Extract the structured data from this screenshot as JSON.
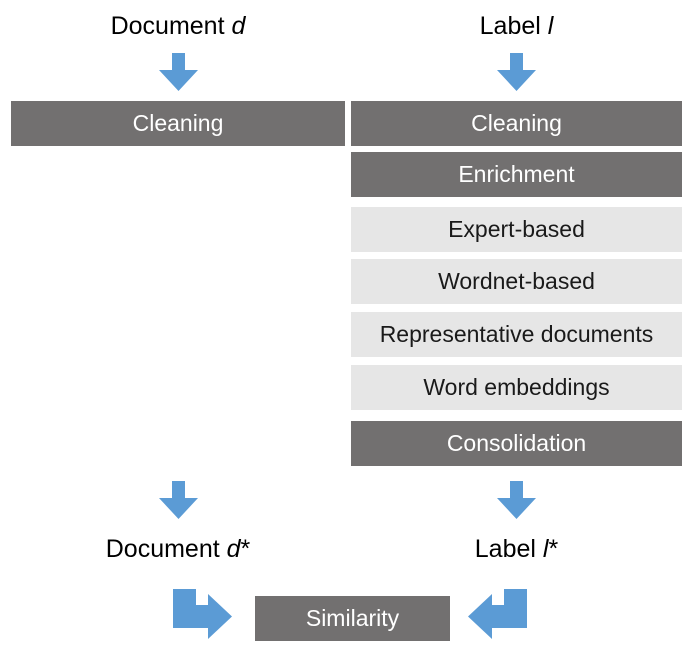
{
  "diagram": {
    "title": "Document and label enrichment similarity pipeline",
    "colors": {
      "dark_box": "#727070",
      "light_box": "#E6E6E6",
      "arrow_blue": "#5B9BD5",
      "dark_box_text": "#FFFFFF",
      "light_box_text": "#1A1A1A",
      "background": "#FFFFFF"
    },
    "headings": {
      "document_in_prefix": "Document ",
      "document_in_symbol": "d",
      "label_in_prefix": "Label ",
      "label_in_symbol": "l",
      "document_out_prefix": "Document ",
      "document_out_symbol": "d",
      "document_out_star": "*",
      "label_out_prefix": "Label ",
      "label_out_symbol": "l",
      "label_out_star": "*"
    },
    "left_column": {
      "steps": [
        {
          "label": "Cleaning",
          "style": "dark"
        }
      ]
    },
    "right_column": {
      "steps": [
        {
          "label": "Cleaning",
          "style": "dark"
        },
        {
          "label": "Enrichment",
          "style": "dark"
        },
        {
          "label": "Expert-based",
          "style": "light"
        },
        {
          "label": "Wordnet-based",
          "style": "light"
        },
        {
          "label": "Representative documents",
          "style": "light"
        },
        {
          "label": "Word embeddings",
          "style": "light"
        },
        {
          "label": "Consolidation",
          "style": "dark"
        }
      ]
    },
    "output": {
      "similarity_label": "Similarity"
    },
    "arrows": {
      "document_in": "down-arrow-icon",
      "label_in": "down-arrow-icon",
      "document_out": "down-arrow-icon",
      "label_out": "down-arrow-icon",
      "document_to_similarity": "elbow-arrow-right-icon",
      "label_to_similarity": "elbow-arrow-left-icon"
    }
  }
}
